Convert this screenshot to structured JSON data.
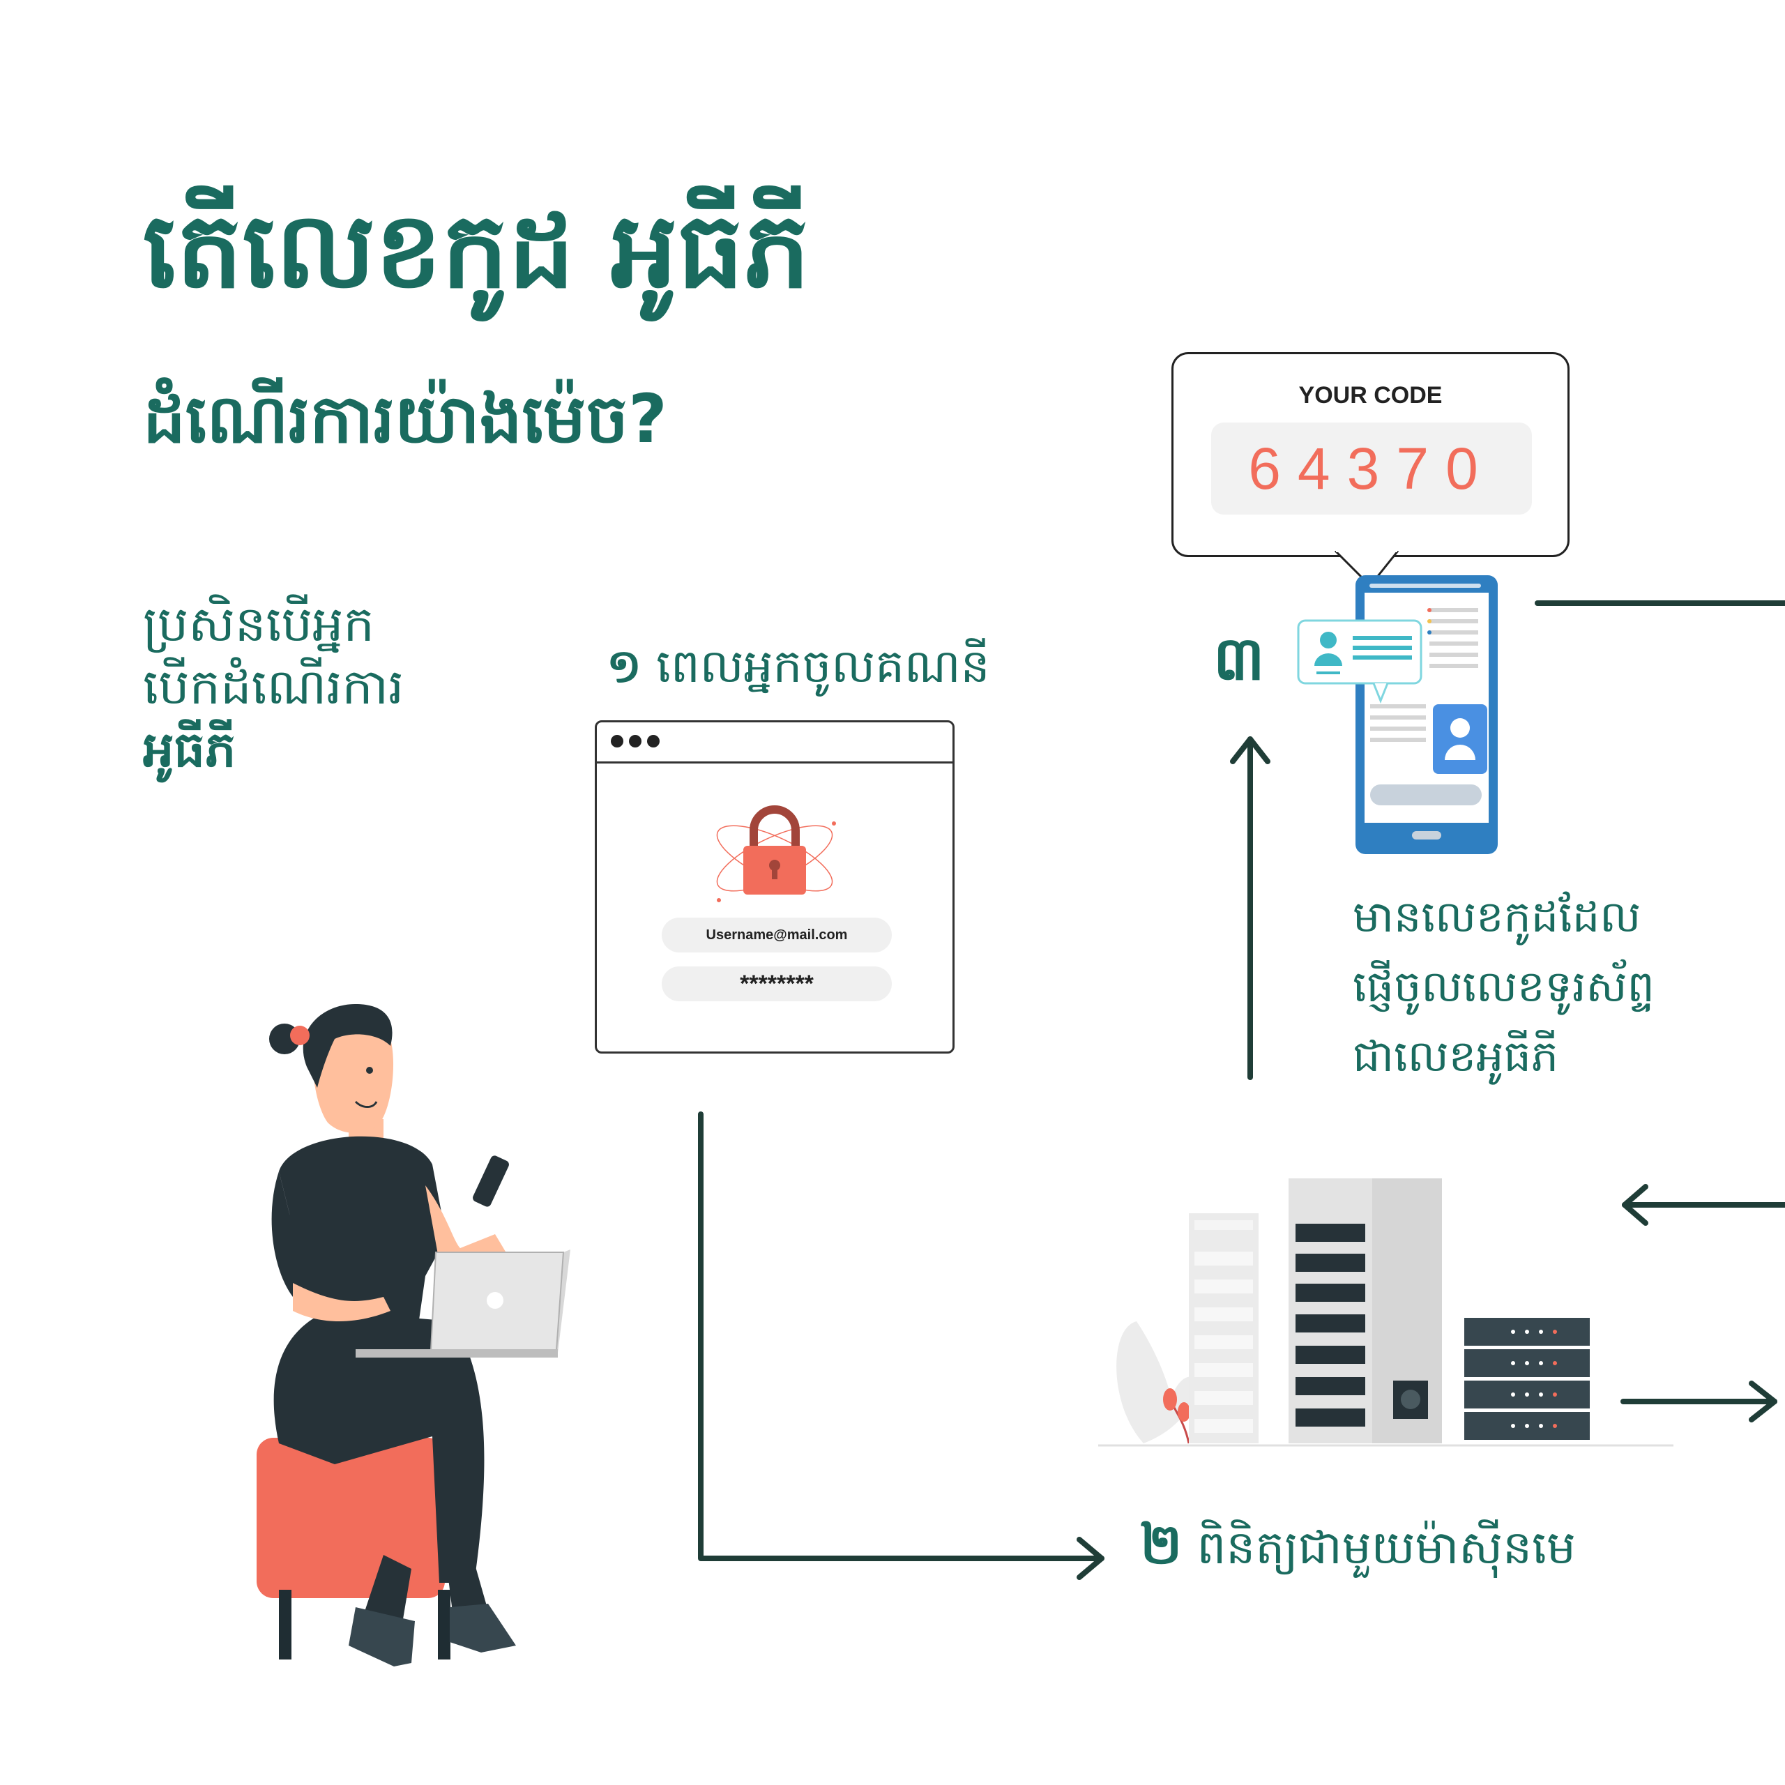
{
  "title": {
    "line1": "តើលេខកូដ អូធីភី",
    "line2": "ដំណើរការយ៉ាងម៉េច?"
  },
  "intro": {
    "line1": "ប្រសិនបើអ្នក",
    "line2": "បើកដំណើរការ",
    "line3": "អូធីភី"
  },
  "steps": [
    {
      "number": "១",
      "text": "ពេលអ្នកចូលគណនី"
    },
    {
      "number": "២",
      "text": "ពិនិត្យជាមួយម៉ាស៊ីនមេ"
    },
    {
      "number": "៣"
    }
  ],
  "step3_description": {
    "line1": "មានលេខកូដដែល",
    "line2": "ផ្ញើចូលលេខទូរស័ព្ទ",
    "line3": "ជាលេខអូធីភី"
  },
  "login_form": {
    "username": "Username@mail.com",
    "password": "********"
  },
  "code_popup": {
    "title": "YOUR CODE",
    "code": "64370"
  },
  "colors": {
    "brand_green": "#1a6b5f",
    "arrow_dark": "#1f3d37",
    "accent_coral": "#f26d5b",
    "phone_blue": "#2f7fc1"
  }
}
